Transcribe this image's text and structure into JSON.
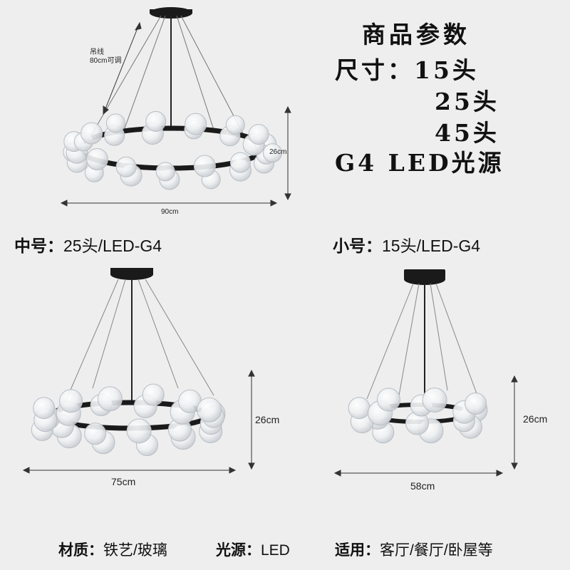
{
  "params": {
    "title": "商品参数",
    "size_label": "尺寸：",
    "sizes": [
      "15头",
      "25头",
      "45头"
    ],
    "light_source": "G4 LED光源"
  },
  "large_lamp": {
    "cord_label_1": "吊线",
    "cord_label_2": "80cm可调",
    "height": "26cm",
    "width": "90cm"
  },
  "medium_lamp": {
    "label_name": "中号：",
    "label_value": "25头/LED-G4",
    "height": "26cm",
    "width": "75cm"
  },
  "small_lamp": {
    "label_name": "小号：",
    "label_value": "15头/LED-G4",
    "height": "26cm",
    "width": "58cm"
  },
  "specs": {
    "material_label": "材质：",
    "material_value": "铁艺/玻璃",
    "light_label": "光源：",
    "light_value": "LED",
    "usage_label": "适用：",
    "usage_value": "客厅/餐厅/卧屋等"
  },
  "colors": {
    "background": "#eeeeee",
    "metal": "#1a1a1a",
    "glass_edge": "#b9bec4",
    "glass_fill": "#f6f7f8"
  }
}
